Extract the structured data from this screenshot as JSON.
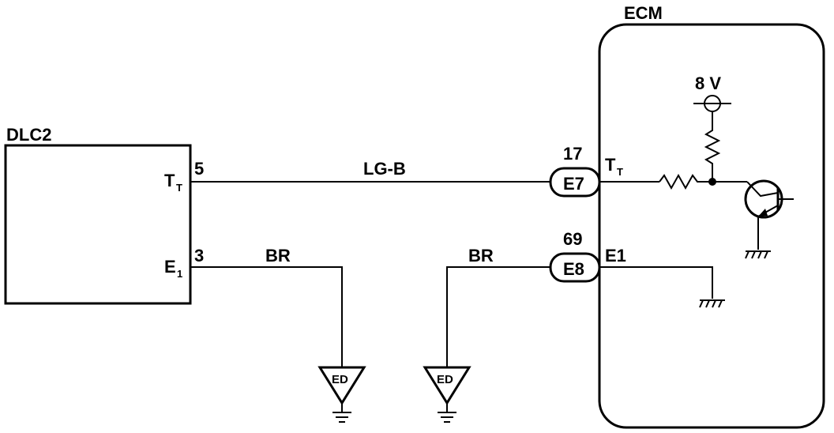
{
  "dlc": {
    "title": "DLC2",
    "tt_pin": "5",
    "tt_label": "T",
    "tt_sub": "T",
    "e1_pin": "3",
    "e1_label": "E",
    "e1_sub": "1"
  },
  "ecm": {
    "title": "ECM",
    "voltage": "8 V",
    "tt_label": "T",
    "tt_sub": "T",
    "e1_label": "E1"
  },
  "connectors": {
    "e7_name": "E7",
    "e7_pin": "17",
    "e8_name": "E8",
    "e8_pin": "69"
  },
  "wires": {
    "tt_wire": "LG-B",
    "dlc_ground_wire": "BR",
    "ecm_ground_wire": "BR"
  },
  "ground_points": {
    "left": "ED",
    "right": "ED"
  }
}
